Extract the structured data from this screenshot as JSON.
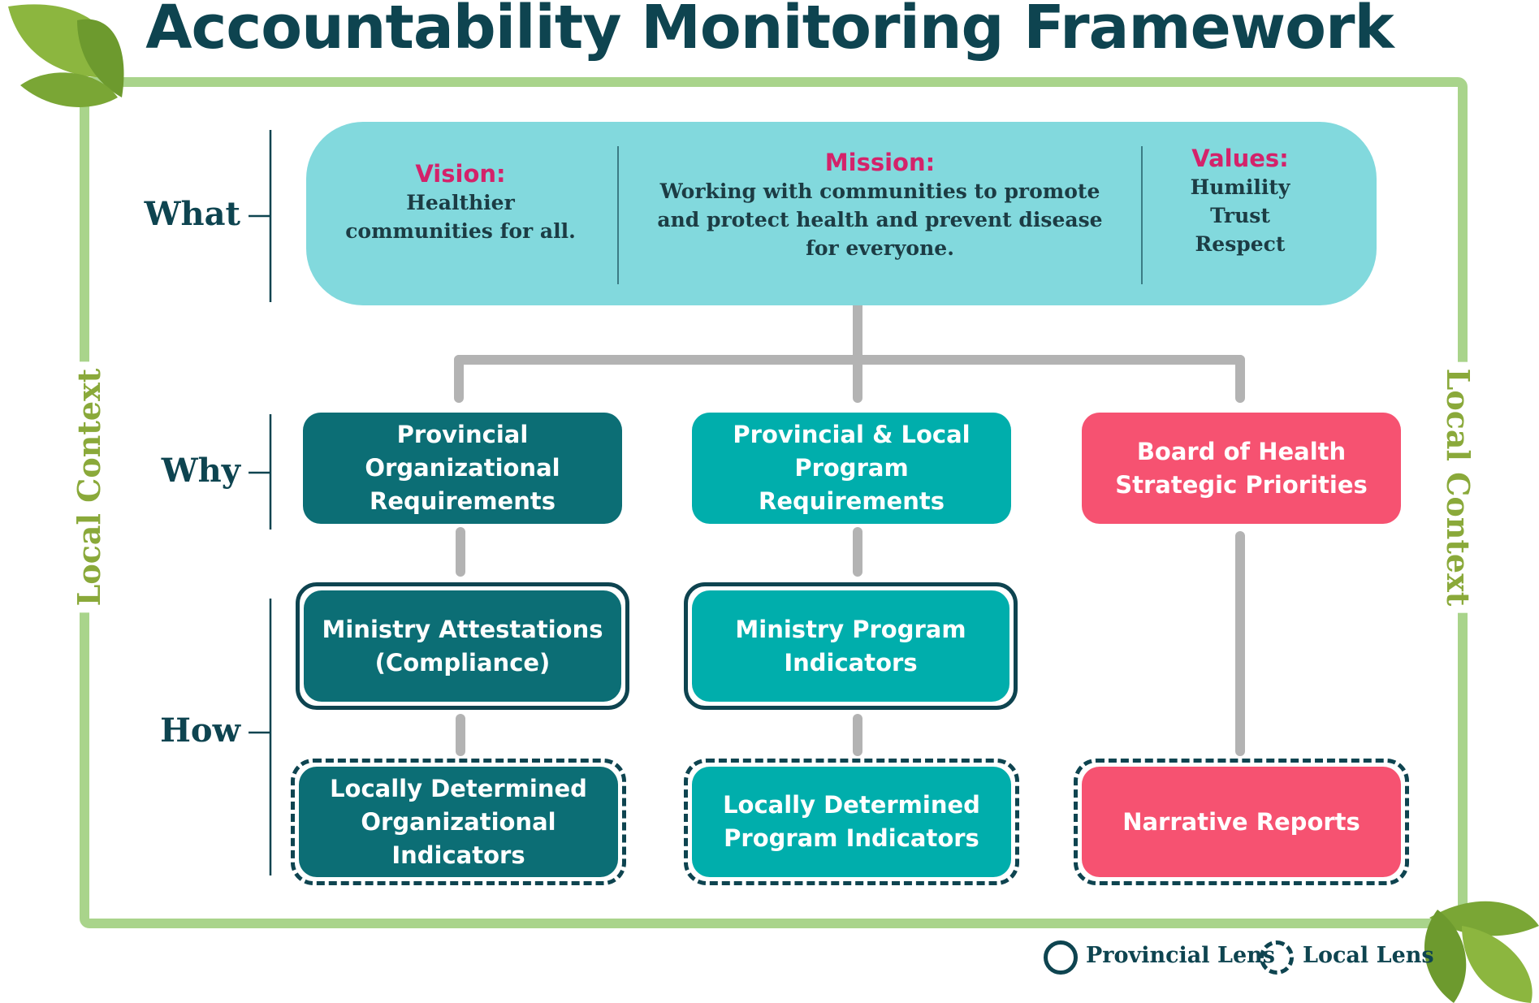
{
  "title": "Accountability Monitoring Framework",
  "local_context_label": "Local Context",
  "row_labels": {
    "what": "What",
    "why": "Why",
    "how": "How"
  },
  "what": {
    "vision": {
      "heading": "Vision:",
      "text": "Healthier\ncommunities for all."
    },
    "mission": {
      "heading": "Mission:",
      "text": "Working with communities to promote\nand protect health and prevent disease\nfor everyone."
    },
    "values": {
      "heading": "Values:",
      "items": [
        "Humility",
        "Trust",
        "Respect"
      ]
    }
  },
  "why": {
    "provincial_org": "Provincial\nOrganizational\nRequirements",
    "provincial_local_program": "Provincial & Local\nProgram\nRequirements",
    "board_priorities": "Board of Health\nStrategic Priorities"
  },
  "how": {
    "ministry_attestations": "Ministry Attestations\n(Compliance)",
    "ministry_program_indicators": "Ministry Program\nIndicators",
    "local_org_indicators": "Locally Determined\nOrganizational\nIndicators",
    "local_program_indicators": "Locally Determined\nProgram Indicators",
    "narrative_reports": "Narrative Reports"
  },
  "legend": {
    "provincial": "Provincial Lens",
    "local": "Local Lens"
  },
  "colors": {
    "title": "#0e4450",
    "frame": "#a9d48b",
    "local_context": "#8aa93a",
    "what_bg": "#82d9dd",
    "heading_accent": "#d4226a",
    "dark_teal": "#0c6e75",
    "teal": "#00aeac",
    "pink": "#f65271",
    "connector": "#b3b3b3",
    "leaf": "#8cb63f"
  }
}
